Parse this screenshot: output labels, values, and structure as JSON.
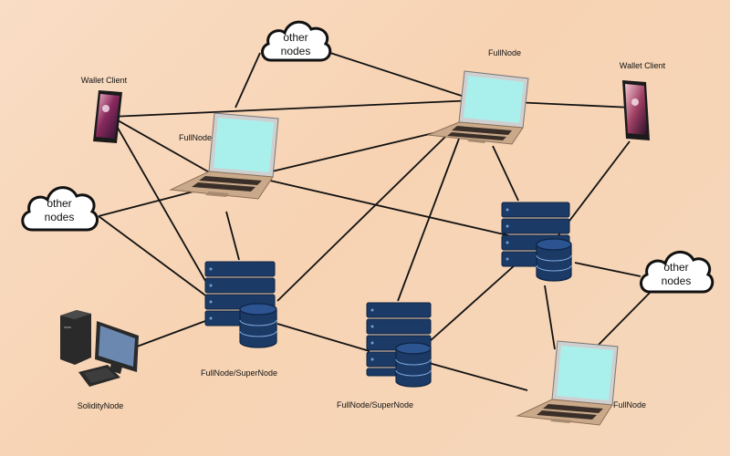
{
  "diagram": {
    "labels": {
      "wallet_left": "Wallet Client",
      "wallet_right": "Wallet Client",
      "fullnode_top": "FullNode",
      "fullnode_center": "FullNode",
      "fullnode_bottom": "FullNode",
      "supernode_left": "FullNode/SuperNode",
      "supernode_center": "FullNode/SuperNode",
      "solidity": "SolidityNode"
    },
    "clouds": {
      "top": [
        "other",
        "nodes"
      ],
      "left": [
        "other",
        "nodes"
      ],
      "right": [
        "other",
        "nodes"
      ]
    },
    "colors": {
      "background": "#f8d9bf",
      "server": "#1c3a66",
      "laptop_body": "#c9a98a",
      "screen": "#a9f0ec",
      "link": "#111111"
    }
  }
}
